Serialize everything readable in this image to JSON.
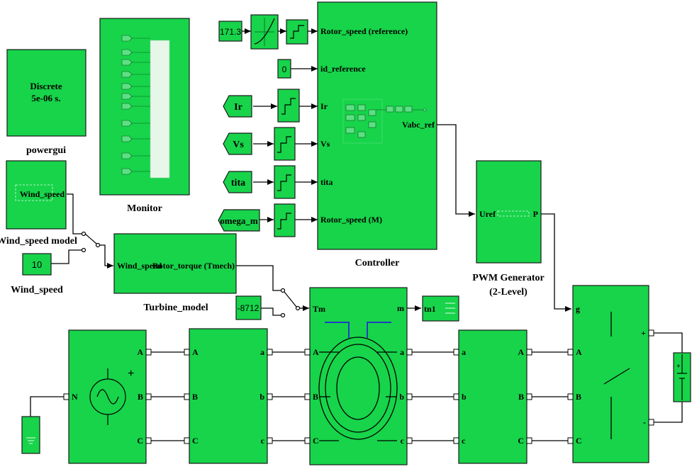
{
  "colors": {
    "block_fill": "#17d44a",
    "block_fill_light": "#26e45c",
    "block_edge": "#1a1a1a",
    "wire": "#000000",
    "text": "#000000",
    "powergui_text": "#0a2a9c",
    "tm_text": "#0a2a9c",
    "stator_blue": "#1f3fc0"
  },
  "powergui": {
    "line1": "Discrete",
    "line2": "5e-06 s.",
    "caption": "powergui"
  },
  "monitor": {
    "caption": "Monitor"
  },
  "wind_speed_model": {
    "port": "Wind_speed",
    "caption": "Wind_speed model"
  },
  "wind_speed_const": {
    "value": "10",
    "caption": "Wind_speed"
  },
  "turbine": {
    "port_in": "Wind_speed",
    "port_out": "Rotor_torque (Tmech)",
    "caption": "Turbine_model"
  },
  "torque_const": {
    "value": "-8712"
  },
  "constants": {
    "speed_ref": "171.3",
    "id_ref": "0"
  },
  "goto_tags": {
    "ir": "Ir",
    "vs": "Vs",
    "tita": "tita",
    "omega": "omega_m",
    "tn1": "tn1"
  },
  "controller": {
    "caption": "Controller",
    "inputs": [
      "Rotor_speed (reference)",
      "id_reference",
      "Ir",
      "Vs",
      "tita",
      "Rotor_speed (M)"
    ],
    "output": "Vabc_ref"
  },
  "pwm": {
    "port_in": "Uref",
    "port_out": "P",
    "caption_line1": "PWM Generator",
    "caption_line2": "(2-Level)"
  },
  "machine": {
    "tm_port": "Tm",
    "m_port": "m"
  },
  "ports": {
    "n": "N",
    "upper": [
      "A",
      "B",
      "C"
    ],
    "lower": [
      "a",
      "b",
      "c"
    ],
    "g": "g",
    "plus": "+",
    "minus": "-"
  }
}
